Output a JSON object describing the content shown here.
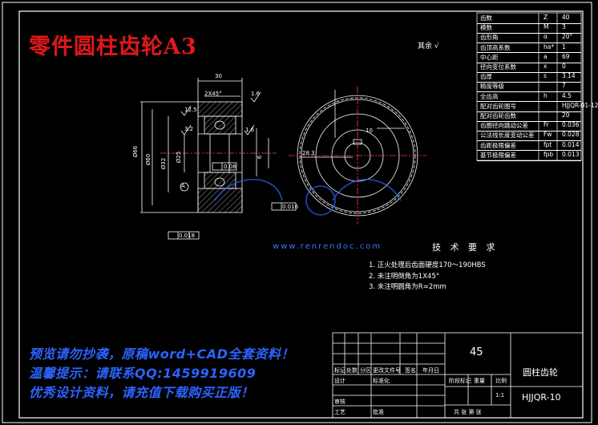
{
  "title": "零件圆柱齿轮A3",
  "surface_note": "其余",
  "watermark": "www.renrendoc.com",
  "preview_notes": [
    "预览请勿抄袭，原稿word+CAD全套资料！",
    "温馨提示：请联系QQ:1459919609",
    "优秀设计资料，请充值下载购买正版！"
  ],
  "tech_requirements": {
    "heading": "技 术 要 求",
    "items": [
      "1.   正火处理后齿面硬度170～190HBS",
      "2.   未注明倒角为1X45°",
      "3.   未注明圆角为R=2mm"
    ]
  },
  "param_table": [
    {
      "name": "齿数",
      "sym": "Z",
      "val": "40"
    },
    {
      "name": "模数",
      "sym": "M",
      "val": "3"
    },
    {
      "name": "齿形角",
      "sym": "α",
      "val": "20°"
    },
    {
      "name": "齿顶高系数",
      "sym": "ha*",
      "val": "1"
    },
    {
      "name": "中心距",
      "sym": "a",
      "val": "69"
    },
    {
      "name": "径向变位系数",
      "sym": "x",
      "val": "0"
    },
    {
      "name": "齿厚",
      "sym": "s",
      "val": "3.14"
    },
    {
      "name": "精度等级",
      "sym": "",
      "val": "7"
    },
    {
      "name": "全齿高",
      "sym": "h",
      "val": "4.5"
    },
    {
      "name": "配对齿轮图号",
      "sym": "",
      "val": "HJJQR-01-12"
    },
    {
      "name": "配对齿轮齿数",
      "sym": "",
      "val": "20"
    },
    {
      "name": "齿圈径向跳动公差",
      "sym": "Fr",
      "val": "0.036"
    },
    {
      "name": "公法线长度变动公差",
      "sym": "Fw",
      "val": "0.028"
    },
    {
      "name": "齿距极限偏差",
      "sym": "fpt",
      "val": "0.014"
    },
    {
      "name": "基节极限偏差",
      "sym": "fpb",
      "val": "0.013"
    }
  ],
  "dims": {
    "width_top": "30",
    "chamfer": "2X45°",
    "d1": "Ø66",
    "d2": "Ø60",
    "d3": "Ø32",
    "d4": "Ø25",
    "tol1": "0.08",
    "tol2": "0.016",
    "tol3": "0.018",
    "rough1": "12.5",
    "rough2": "3.2",
    "rough3": "1.6",
    "dim_key": "6",
    "dim_side": "1.6",
    "key_width": "10",
    "depth": "28.3"
  },
  "title_block": {
    "material": "45",
    "part_name": "圆柱齿轮",
    "drawing_no": "HJJQR-10",
    "labels": [
      "标记",
      "处数",
      "分区",
      "更改文件号",
      "签名",
      "年月日"
    ],
    "design": "设计",
    "standard": "标准化",
    "review": "审核",
    "craft": "工艺",
    "approve": "批准",
    "stage_mark": "阶段标记",
    "weight": "重量",
    "scale": "比例",
    "scale_val": "1:1",
    "sheets": "共  张  第  张"
  }
}
